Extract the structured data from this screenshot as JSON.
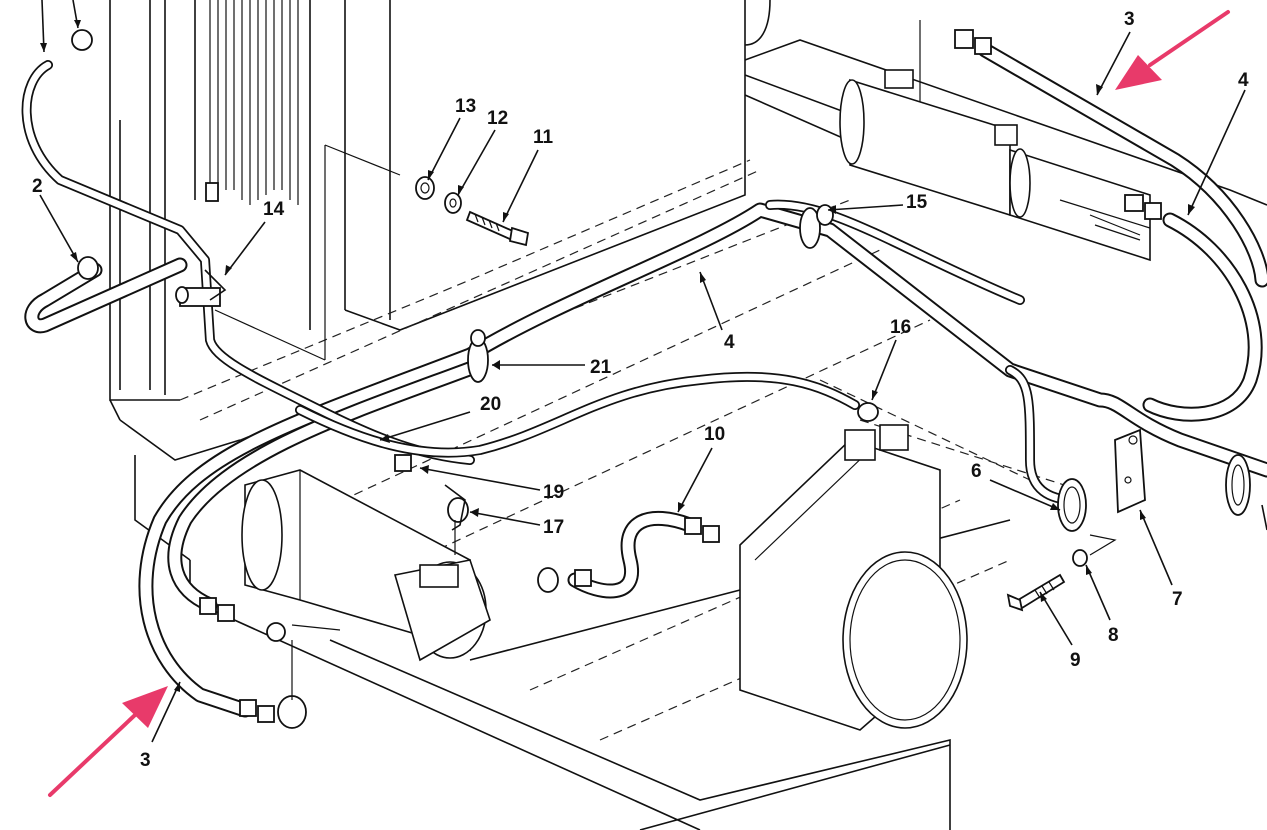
{
  "labels": {
    "l1": "3",
    "l2": "4",
    "l3": "2",
    "l4": "13",
    "l5": "12",
    "l6": "11",
    "l7": "14",
    "l8": "15",
    "l9": "4",
    "l10": "21",
    "l11": "16",
    "l12": "20",
    "l13": "10",
    "l14": "19",
    "l15": "17",
    "l16": "6",
    "l17": "7",
    "l18": "8",
    "l19": "9",
    "l20": "3"
  },
  "colors": {
    "highlight_arrow": "#e83a6a",
    "line": "#111111",
    "background": "#ffffff"
  }
}
